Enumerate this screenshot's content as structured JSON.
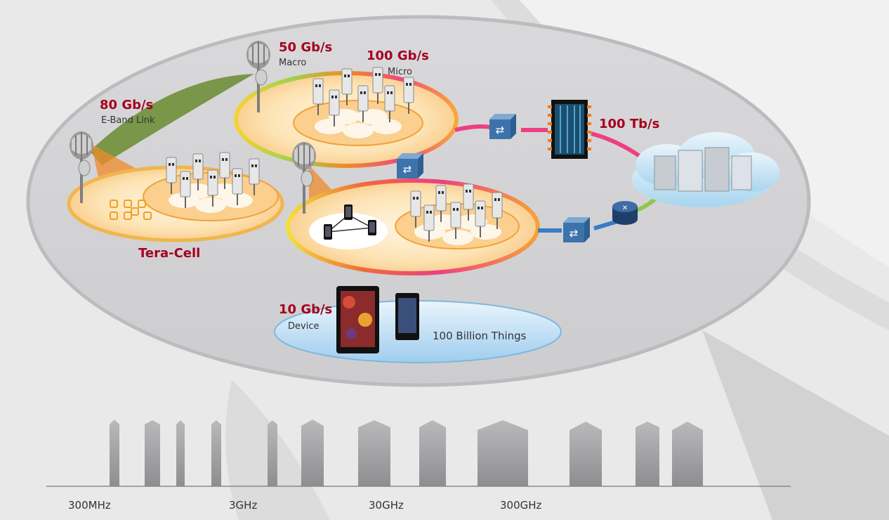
{
  "links": [
    {
      "rate": "80 Gb/s",
      "label": "E-Band Link"
    },
    {
      "rate": "50 Gb/s",
      "label": "Macro"
    },
    {
      "rate": "100 Gb/s",
      "label": "Micro"
    },
    {
      "rate": "100 Tb/s",
      "label": ""
    },
    {
      "rate": "10 Gb/s",
      "label": "Device"
    }
  ],
  "tera_cell_label": "Tera-Cell",
  "things_label": "100 Billion Things",
  "spectrum": {
    "axis_labels": [
      "300MHz",
      "3GHz",
      "30GHz",
      "300GHz"
    ]
  },
  "colors": {
    "rate_text": "#a5001e",
    "cell_fill": "#fcd9a0",
    "device_zone": "#9fcdee",
    "background": "#e9e9ea",
    "ellipse_fill": "#d4d4d6"
  }
}
